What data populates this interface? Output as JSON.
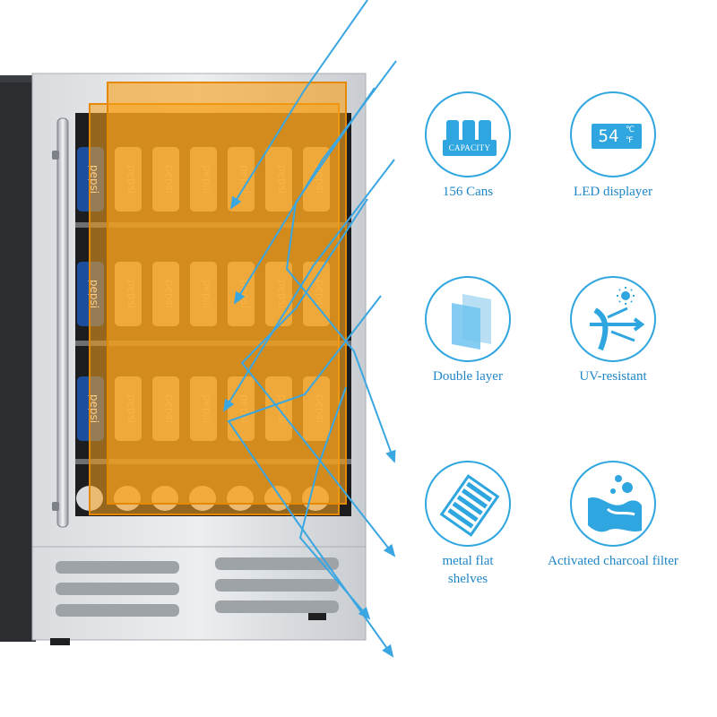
{
  "product": {
    "can_brand": "pepsi"
  },
  "features": [
    {
      "icon": "capacity-icon",
      "badge": "CAPACITY",
      "label": "156 Cans"
    },
    {
      "icon": "led-display-icon",
      "display_value": "54",
      "unit_c": "℃",
      "unit_f": "℉",
      "label": "LED displayer"
    },
    {
      "icon": "double-layer-glass-icon",
      "label": "Double layer"
    },
    {
      "icon": "uv-resistant-icon",
      "label": "UV-resistant"
    },
    {
      "icon": "shelf-icon",
      "label": "metal flat shelves"
    },
    {
      "icon": "charcoal-filter-icon",
      "label": "Activated charcoal filter"
    }
  ],
  "colors": {
    "accent": "#2fa6e0",
    "label": "#1e86c8",
    "glass_tint": "#f7a21b",
    "steel": "#cfd2d5"
  }
}
